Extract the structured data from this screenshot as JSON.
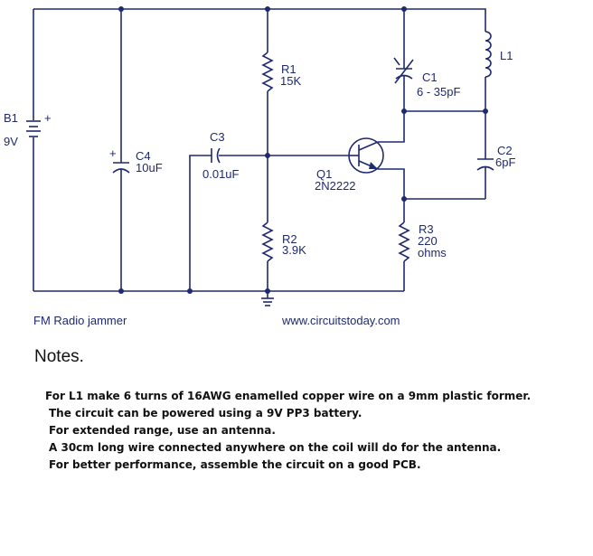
{
  "schematic": {
    "components": {
      "b1": {
        "ref": "B1",
        "value": "9V",
        "polarity": "+"
      },
      "c4": {
        "ref": "C4",
        "value": "10uF",
        "polarity": "+"
      },
      "c3": {
        "ref": "C3",
        "value": "0.01uF"
      },
      "r1": {
        "ref": "R1",
        "value": "15K"
      },
      "r2": {
        "ref": "R2",
        "value": "3.9K"
      },
      "q1": {
        "ref": "Q1",
        "value": "2N2222"
      },
      "c1": {
        "ref": "C1",
        "value": "6 - 35pF"
      },
      "l1": {
        "ref": "L1"
      },
      "c2": {
        "ref": "C2",
        "value": "6pF"
      },
      "r3": {
        "ref": "R3",
        "value_line1": "220",
        "value_line2": "ohms"
      }
    },
    "caption": "FM Radio jammer",
    "website": "www.circuitstoday.com"
  },
  "notes": {
    "title": "Notes.",
    "items": [
      "For L1 make 6 turns of 16AWG enamelled copper wire on a 9mm plastic former.",
      "The circuit can be powered using a 9V PP3 battery.",
      "For extended range, use an antenna.",
      "A 30cm long wire connected anywhere on the coil will do for the antenna.",
      "For better performance, assemble the circuit on a good PCB."
    ]
  },
  "colors": {
    "ink": "#1f2a6e",
    "text": "#111111",
    "background": "#ffffff"
  }
}
